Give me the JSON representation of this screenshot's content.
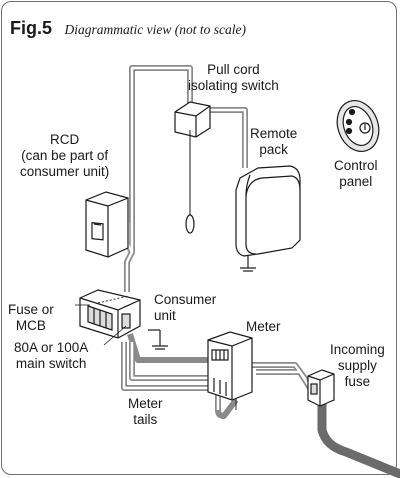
{
  "figure": {
    "label": "Fig.5",
    "caption": "Diagrammatic view (not to scale)"
  },
  "labels": {
    "pull_cord_switch": [
      "Pull cord",
      "isolating switch"
    ],
    "rcd": [
      "RCD",
      "(can be part of",
      "consumer unit)"
    ],
    "remote_pack": [
      "Remote",
      "pack"
    ],
    "control_panel": [
      "Control",
      "panel"
    ],
    "fuse_or_mcb": [
      "Fuse or",
      "MCB"
    ],
    "consumer_unit": [
      "Consumer",
      "unit"
    ],
    "main_switch": [
      "80A or 100A",
      "main switch"
    ],
    "meter": [
      "Meter"
    ],
    "incoming_supply_fuse": [
      "Incoming",
      "supply",
      "fuse"
    ],
    "meter_tails": [
      "Meter",
      "tails"
    ]
  },
  "colors": {
    "cable": "#8a8a8a",
    "supply_cable": "#6b6b6b",
    "outline": "#1a1a1a",
    "frame": "#6f6f6f"
  }
}
